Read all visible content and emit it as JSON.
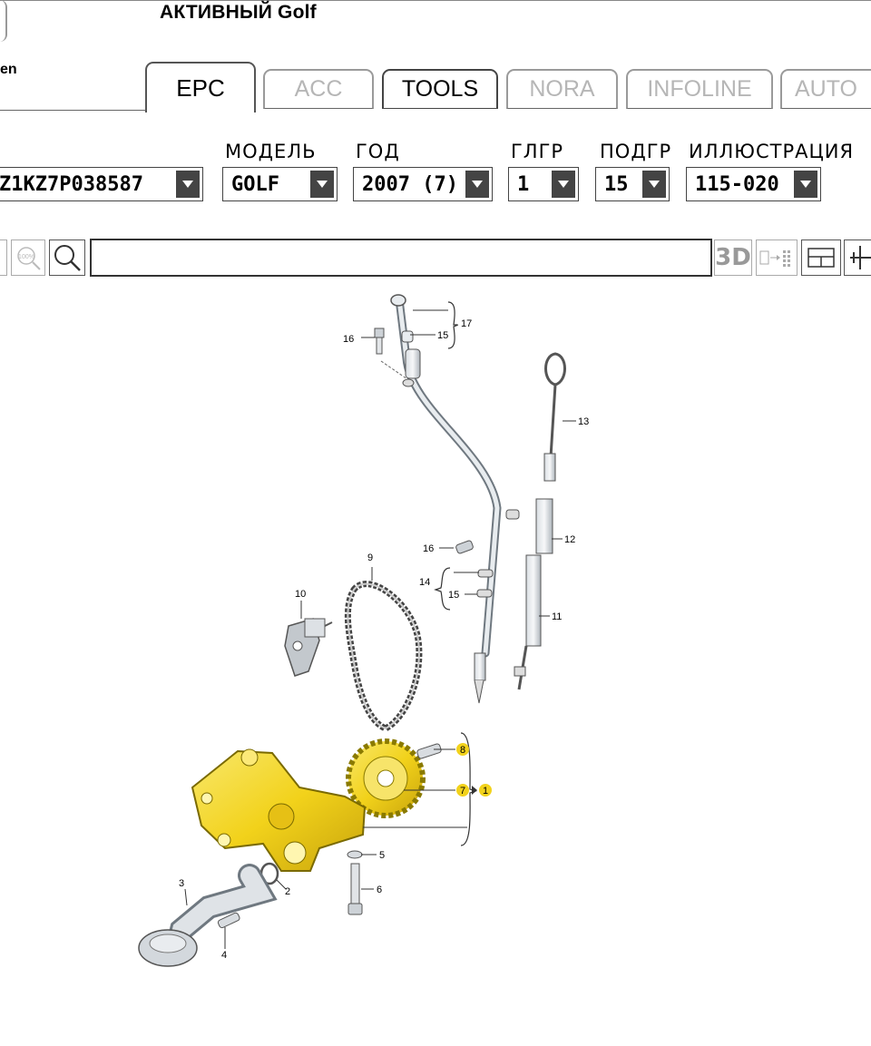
{
  "header": {
    "status_title": "АКТИВНЫЙ  Golf",
    "user_fragment": "en"
  },
  "tabs": [
    {
      "label": "EPC",
      "state": "active"
    },
    {
      "label": "ACC",
      "state": "disabled"
    },
    {
      "label": "TOOLS",
      "state": "enabled"
    },
    {
      "label": "NORA",
      "state": "disabled"
    },
    {
      "label": "INFOLINE",
      "state": "disabled"
    },
    {
      "label": "AUTO",
      "state": "disabled"
    }
  ],
  "filters": {
    "vin": {
      "value": "Z1KZ7P038587"
    },
    "model": {
      "label": "МОДЕЛЬ",
      "value": "GOLF"
    },
    "year": {
      "label": "ГОД",
      "value": "2007 (7)"
    },
    "main_group": {
      "label": "ГЛГР",
      "value": "1"
    },
    "sub_group": {
      "label": "ПОДГР",
      "value": "15"
    },
    "illustration": {
      "label": "ИЛЛЮСТРАЦИЯ",
      "value": "115-020"
    }
  },
  "toolbar": {
    "zoom_100_label": "100%",
    "view_3d_label": "3D",
    "path_value": ""
  },
  "diagram": {
    "highlight_color": "#f2d21b",
    "callouts": {
      "c1": "1",
      "c2": "2",
      "c3": "3",
      "c4": "4",
      "c5": "5",
      "c6": "6",
      "c7": "7",
      "c8": "8",
      "c9": "9",
      "c10": "10",
      "c11": "11",
      "c12": "12",
      "c13": "13",
      "c14": "14",
      "c15a": "15",
      "c15b": "15",
      "c16a": "16",
      "c16b": "16",
      "c17": "17"
    }
  },
  "colors": {
    "dropdown_arrow_bg": "#444444",
    "tab_disabled_text": "#b6b6b6"
  }
}
